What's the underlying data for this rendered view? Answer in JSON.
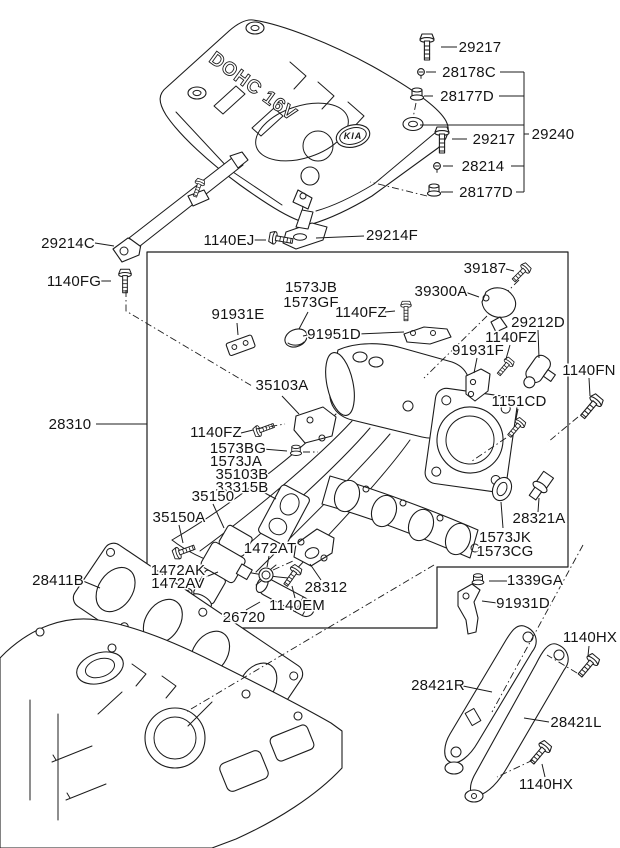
{
  "title": "intake-manifold-exploded-parts-diagram",
  "colors": {
    "background": "#ffffff",
    "line": "#1c1c1c",
    "text": "#141414"
  },
  "cover": {
    "embossed_text": "DOHC 16V",
    "logo_text": "KIA"
  },
  "labels": [
    {
      "id": "29217-top",
      "text": "29217"
    },
    {
      "id": "28178C",
      "text": "28178C"
    },
    {
      "id": "28177D-upper",
      "text": "28177D"
    },
    {
      "id": "29240",
      "text": "29240"
    },
    {
      "id": "29217-mid",
      "text": "29217"
    },
    {
      "id": "28214",
      "text": "28214"
    },
    {
      "id": "28177D-lower",
      "text": "28177D"
    },
    {
      "id": "29214C",
      "text": "29214C"
    },
    {
      "id": "1140EJ",
      "text": "1140EJ"
    },
    {
      "id": "29214F",
      "text": "29214F"
    },
    {
      "id": "1140FG",
      "text": "1140FG"
    },
    {
      "id": "28310",
      "text": "28310"
    },
    {
      "id": "1573JB",
      "text": "1573JB"
    },
    {
      "id": "1573GF",
      "text": "1573GF"
    },
    {
      "id": "91931E",
      "text": "91931E"
    },
    {
      "id": "1140FZ-cap",
      "text": "1140FZ"
    },
    {
      "id": "91951D",
      "text": "91951D"
    },
    {
      "id": "39187",
      "text": "39187"
    },
    {
      "id": "39300A",
      "text": "39300A"
    },
    {
      "id": "29212D",
      "text": "29212D"
    },
    {
      "id": "1140FZ-sensor",
      "text": "1140FZ"
    },
    {
      "id": "91931F",
      "text": "91931F"
    },
    {
      "id": "1140FN",
      "text": "1140FN"
    },
    {
      "id": "1151CD",
      "text": "1151CD"
    },
    {
      "id": "1140FZ-bracket",
      "text": "1140FZ"
    },
    {
      "id": "1573BG",
      "text": "1573BG"
    },
    {
      "id": "1573JA",
      "text": "1573JA"
    },
    {
      "id": "35103B",
      "text": "35103B"
    },
    {
      "id": "33315B",
      "text": "33315B"
    },
    {
      "id": "35150",
      "text": "35150"
    },
    {
      "id": "35150A",
      "text": "35150A"
    },
    {
      "id": "35103A",
      "text": "35103A"
    },
    {
      "id": "1472AT",
      "text": "1472AT"
    },
    {
      "id": "1472AK",
      "text": "1472AK"
    },
    {
      "id": "1472AV",
      "text": "1472AV"
    },
    {
      "id": "28411B",
      "text": "28411B"
    },
    {
      "id": "26720",
      "text": "26720"
    },
    {
      "id": "1140EM",
      "text": "1140EM"
    },
    {
      "id": "28312",
      "text": "28312"
    },
    {
      "id": "28321A",
      "text": "28321A"
    },
    {
      "id": "1573JK",
      "text": "1573JK"
    },
    {
      "id": "1573CG",
      "text": "1573CG"
    },
    {
      "id": "1339GA",
      "text": "1339GA"
    },
    {
      "id": "91931D",
      "text": "91931D"
    },
    {
      "id": "1140HX-upper",
      "text": "1140HX"
    },
    {
      "id": "28421R",
      "text": "28421R"
    },
    {
      "id": "28421L",
      "text": "28421L"
    },
    {
      "id": "1140HX-lower",
      "text": "1140HX"
    }
  ]
}
